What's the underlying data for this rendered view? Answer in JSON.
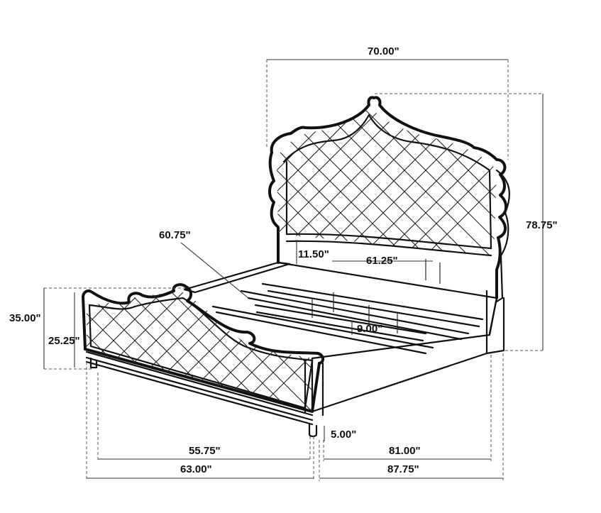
{
  "dimensions": {
    "top_width": "70.00\"",
    "headboard_height": "78.75\"",
    "side_rail_length": "60.75\"",
    "slat_clearance": "11.50\"",
    "inner_width": "61.25\"",
    "slat_gap": "9.00\"",
    "footboard_height": "35.00\"",
    "footboard_panel_height": "25.25\"",
    "leg_height": "5.00\"",
    "footboard_inner_width": "55.75\"",
    "footboard_overall_width": "63.00\"",
    "inner_length": "81.00\"",
    "overall_length": "87.75\""
  }
}
